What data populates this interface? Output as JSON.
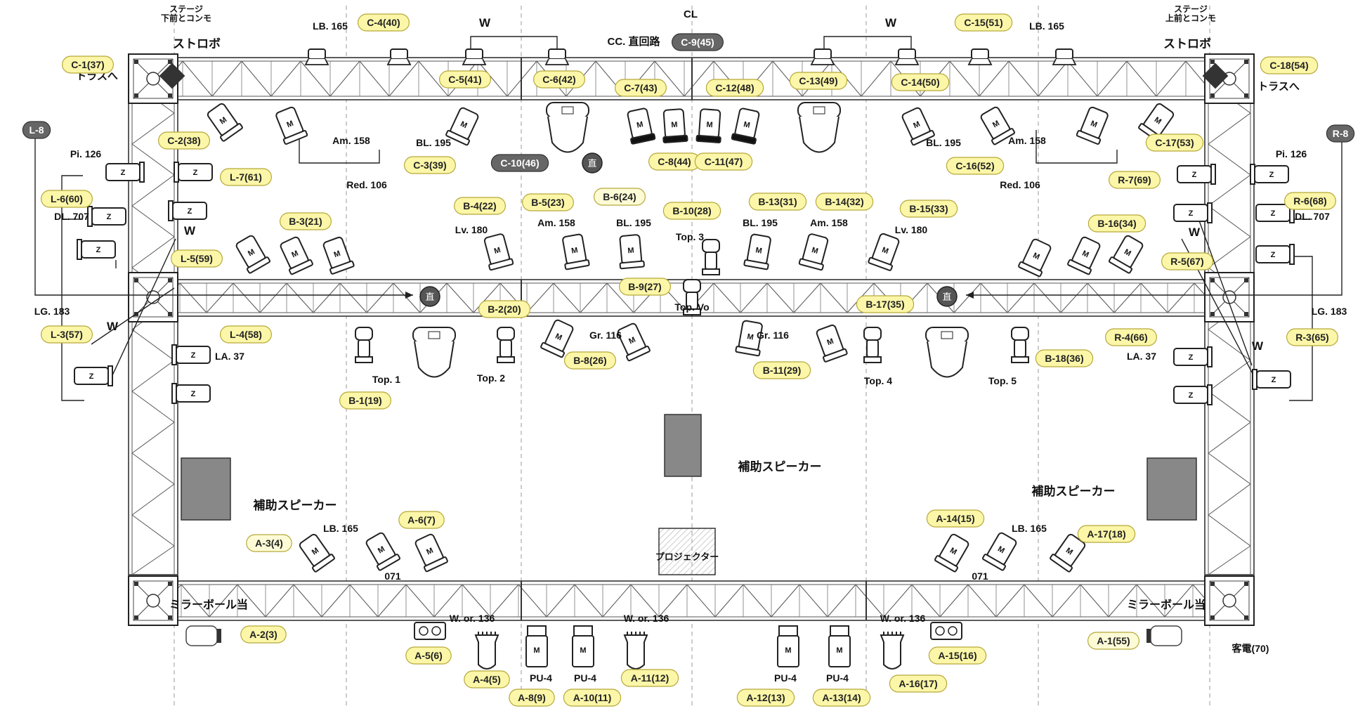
{
  "title": "CL",
  "center_circuit": {
    "label": "CC. 直回路",
    "badge": "C-9(45)"
  },
  "corners": {
    "left": {
      "stage_note": "ステージ\n下前とコンモ",
      "strobe": "ストロボ",
      "to_truss": "トラスへ",
      "mirror_ball": "ミラーボール当"
    },
    "right": {
      "stage_note": "ステージ\n上前とコンモ",
      "strobe": "ストロボ",
      "to_truss": "トラスへ",
      "mirror_ball": "ミラーボール当"
    }
  },
  "tags": [
    {
      "text": "C-1(37)",
      "style": "yellow"
    },
    {
      "text": "C-2(38)",
      "style": "yellow"
    },
    {
      "text": "C-3(39)",
      "style": "yellow"
    },
    {
      "text": "C-4(40)",
      "style": "yellow"
    },
    {
      "text": "C-5(41)",
      "style": "yellow"
    },
    {
      "text": "C-6(42)",
      "style": "yellow"
    },
    {
      "text": "C-7(43)",
      "style": "yellow"
    },
    {
      "text": "C-8(44)",
      "style": "yellow"
    },
    {
      "text": "C-9(45)",
      "style": "gray"
    },
    {
      "text": "C-10(46)",
      "style": "gray"
    },
    {
      "text": "C-11(47)",
      "style": "yellow"
    },
    {
      "text": "C-12(48)",
      "style": "yellow"
    },
    {
      "text": "C-13(49)",
      "style": "yellow"
    },
    {
      "text": "C-14(50)",
      "style": "yellow"
    },
    {
      "text": "C-15(51)",
      "style": "yellow"
    },
    {
      "text": "C-16(52)",
      "style": "yellow"
    },
    {
      "text": "C-17(53)",
      "style": "yellow"
    },
    {
      "text": "C-18(54)",
      "style": "yellow"
    },
    {
      "text": "L-8",
      "style": "gray"
    },
    {
      "text": "R-8",
      "style": "gray"
    },
    {
      "text": "L-7(61)",
      "style": "yellow"
    },
    {
      "text": "L-6(60)",
      "style": "yellow"
    },
    {
      "text": "L-5(59)",
      "style": "yellow"
    },
    {
      "text": "L-4(58)",
      "style": "yellow"
    },
    {
      "text": "L-3(57)",
      "style": "yellow"
    },
    {
      "text": "R-7(69)",
      "style": "yellow"
    },
    {
      "text": "R-6(68)",
      "style": "yellow"
    },
    {
      "text": "R-5(67)",
      "style": "yellow"
    },
    {
      "text": "R-4(66)",
      "style": "yellow"
    },
    {
      "text": "R-3(65)",
      "style": "yellow"
    },
    {
      "text": "B-1(19)",
      "style": "yellow"
    },
    {
      "text": "B-2(20)",
      "style": "yellow"
    },
    {
      "text": "B-3(21)",
      "style": "yellow"
    },
    {
      "text": "B-4(22)",
      "style": "yellow"
    },
    {
      "text": "B-5(23)",
      "style": "yellow"
    },
    {
      "text": "B-6(24)",
      "style": "light"
    },
    {
      "text": "B-8(26)",
      "style": "yellow"
    },
    {
      "text": "B-9(27)",
      "style": "yellow"
    },
    {
      "text": "B-10(28)",
      "style": "yellow"
    },
    {
      "text": "B-11(29)",
      "style": "yellow"
    },
    {
      "text": "B-13(31)",
      "style": "yellow"
    },
    {
      "text": "B-14(32)",
      "style": "yellow"
    },
    {
      "text": "B-15(33)",
      "style": "yellow"
    },
    {
      "text": "B-16(34)",
      "style": "yellow"
    },
    {
      "text": "B-17(35)",
      "style": "yellow"
    },
    {
      "text": "B-18(36)",
      "style": "yellow"
    },
    {
      "text": "A-1(55)",
      "style": "light"
    },
    {
      "text": "A-2(3)",
      "style": "yellow"
    },
    {
      "text": "A-3(4)",
      "style": "light"
    },
    {
      "text": "A-4(5)",
      "style": "yellow"
    },
    {
      "text": "A-5(6)",
      "style": "yellow"
    },
    {
      "text": "A-6(7)",
      "style": "yellow"
    },
    {
      "text": "A-8(9)",
      "style": "yellow"
    },
    {
      "text": "A-10(11)",
      "style": "yellow"
    },
    {
      "text": "A-11(12)",
      "style": "yellow"
    },
    {
      "text": "A-12(13)",
      "style": "yellow"
    },
    {
      "text": "A-13(14)",
      "style": "yellow"
    },
    {
      "text": "A-14(15)",
      "style": "yellow"
    },
    {
      "text": "A-15(16)",
      "style": "yellow"
    },
    {
      "text": "A-16(17)",
      "style": "yellow"
    },
    {
      "text": "A-17(18)",
      "style": "yellow"
    }
  ],
  "labels": [
    "W",
    "W",
    "LB. 165",
    "LB. 165",
    "Am. 158",
    "Am. 158",
    "BL. 195",
    "BL. 195",
    "Pi. 126",
    "Pi. 126",
    "DL. 707",
    "DL. 707",
    "LG. 183",
    "LG. 183",
    "LA. 37",
    "LA. 37",
    "Red. 106",
    "Red. 106",
    "Lv. 180",
    "Lv. 180",
    "Am. 158",
    "BL. 195",
    "BL. 195",
    "Am. 158",
    "Top. 3",
    "Top. Vo",
    "Gr. 116",
    "Gr. 116",
    "Top. 1",
    "Top. 2",
    "Top. 4",
    "Top. 5",
    "補助スピーカー",
    "補助スピーカー",
    "補助スピーカー",
    "LB. 165",
    "LB. 165",
    "071",
    "071",
    "プロジェクター",
    "W. or. 136",
    "W. or. 136",
    "W. or. 136",
    "PU-4",
    "PU-4",
    "PU-4",
    "PU-4",
    "客電(70)",
    "W",
    "W",
    "W",
    "W"
  ],
  "marks": {
    "direct": "直",
    "fixture": "M",
    "fixture_z": "Z"
  }
}
